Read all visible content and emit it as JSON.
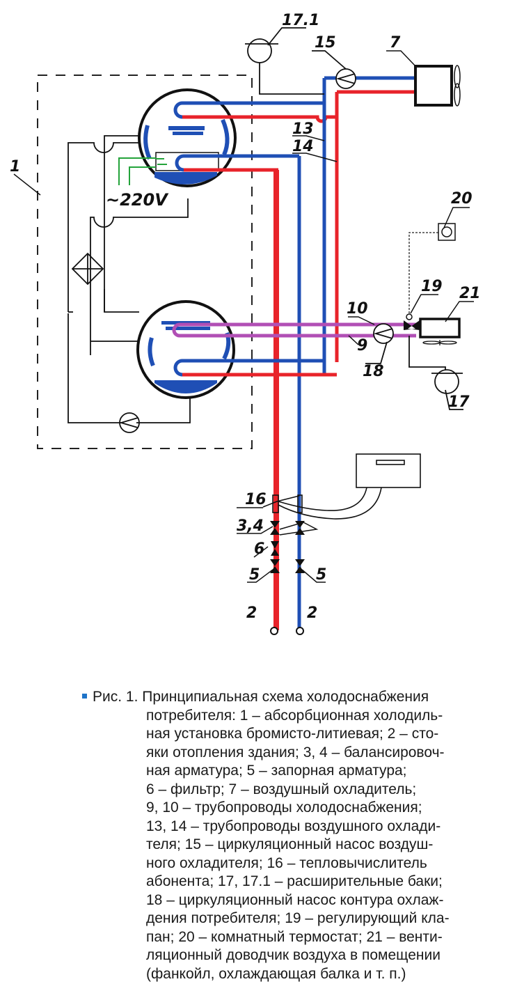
{
  "figure": {
    "colors": {
      "cold_pipe": "#1f4fb5",
      "hot_pipe": "#e8232a",
      "consumer_loop": "#b14fb5",
      "control_wire": "#23a33a",
      "outline": "#111111",
      "caption_bullet": "#1e73c8"
    },
    "labels": {
      "unit": "1",
      "riser_hot": "2",
      "riser_cold": "2",
      "balancing": "3,4",
      "shutoff_hot": "5",
      "shutoff_cold": "5",
      "filter": "6",
      "air_cooler": "7",
      "pipe_9": "9",
      "pipe_10": "10",
      "pipe_13": "13",
      "pipe_14": "14",
      "pump_15": "15",
      "heat_meter": "16",
      "exp_tank_17": "17",
      "exp_tank_171": "17.1",
      "pump_18": "18",
      "valve_19": "19",
      "thermostat_20": "20",
      "fancoil_21": "21",
      "voltage": "~220V"
    },
    "icons": [
      "absorber-vessel-icon",
      "generator-vessel-icon",
      "heat-exchanger-icon",
      "pump-icon",
      "expansion-tank-icon",
      "air-cooler-fan-icon",
      "fancoil-icon",
      "thermostat-icon",
      "valve-icon",
      "heat-meter-icon"
    ]
  },
  "caption": {
    "lines": [
      "Рис. 1. Принципиальная схема холодоснабжения",
      "потребителя: 1 – абсорбционная холодиль-",
      "ная установка бромисто-литиевая; 2 – сто-",
      "яки отопления здания; 3, 4 – балансировоч-",
      "ная арматура; 5 – запорная арматура;",
      "6 – фильтр; 7 – воздушный охладитель;",
      "9, 10 – трубопроводы холодоснабжения;",
      "13, 14 – трубопроводы воздушного охлади-",
      "теля; 15 – циркуляционный насос воздуш-",
      "ного охладителя; 16 – тепловычислитель",
      "абонента; 17, 17.1 – расширительные баки;",
      "18 – циркуляционный насос контура охлаж-",
      "дения потребителя; 19 – регулирующий кла-",
      "пан; 20 – комнатный термостат; 21 – венти-",
      "ляционный доводчик воздуха в помещении",
      "(фанкойл, охлаждающая балка и т. п.)"
    ]
  }
}
